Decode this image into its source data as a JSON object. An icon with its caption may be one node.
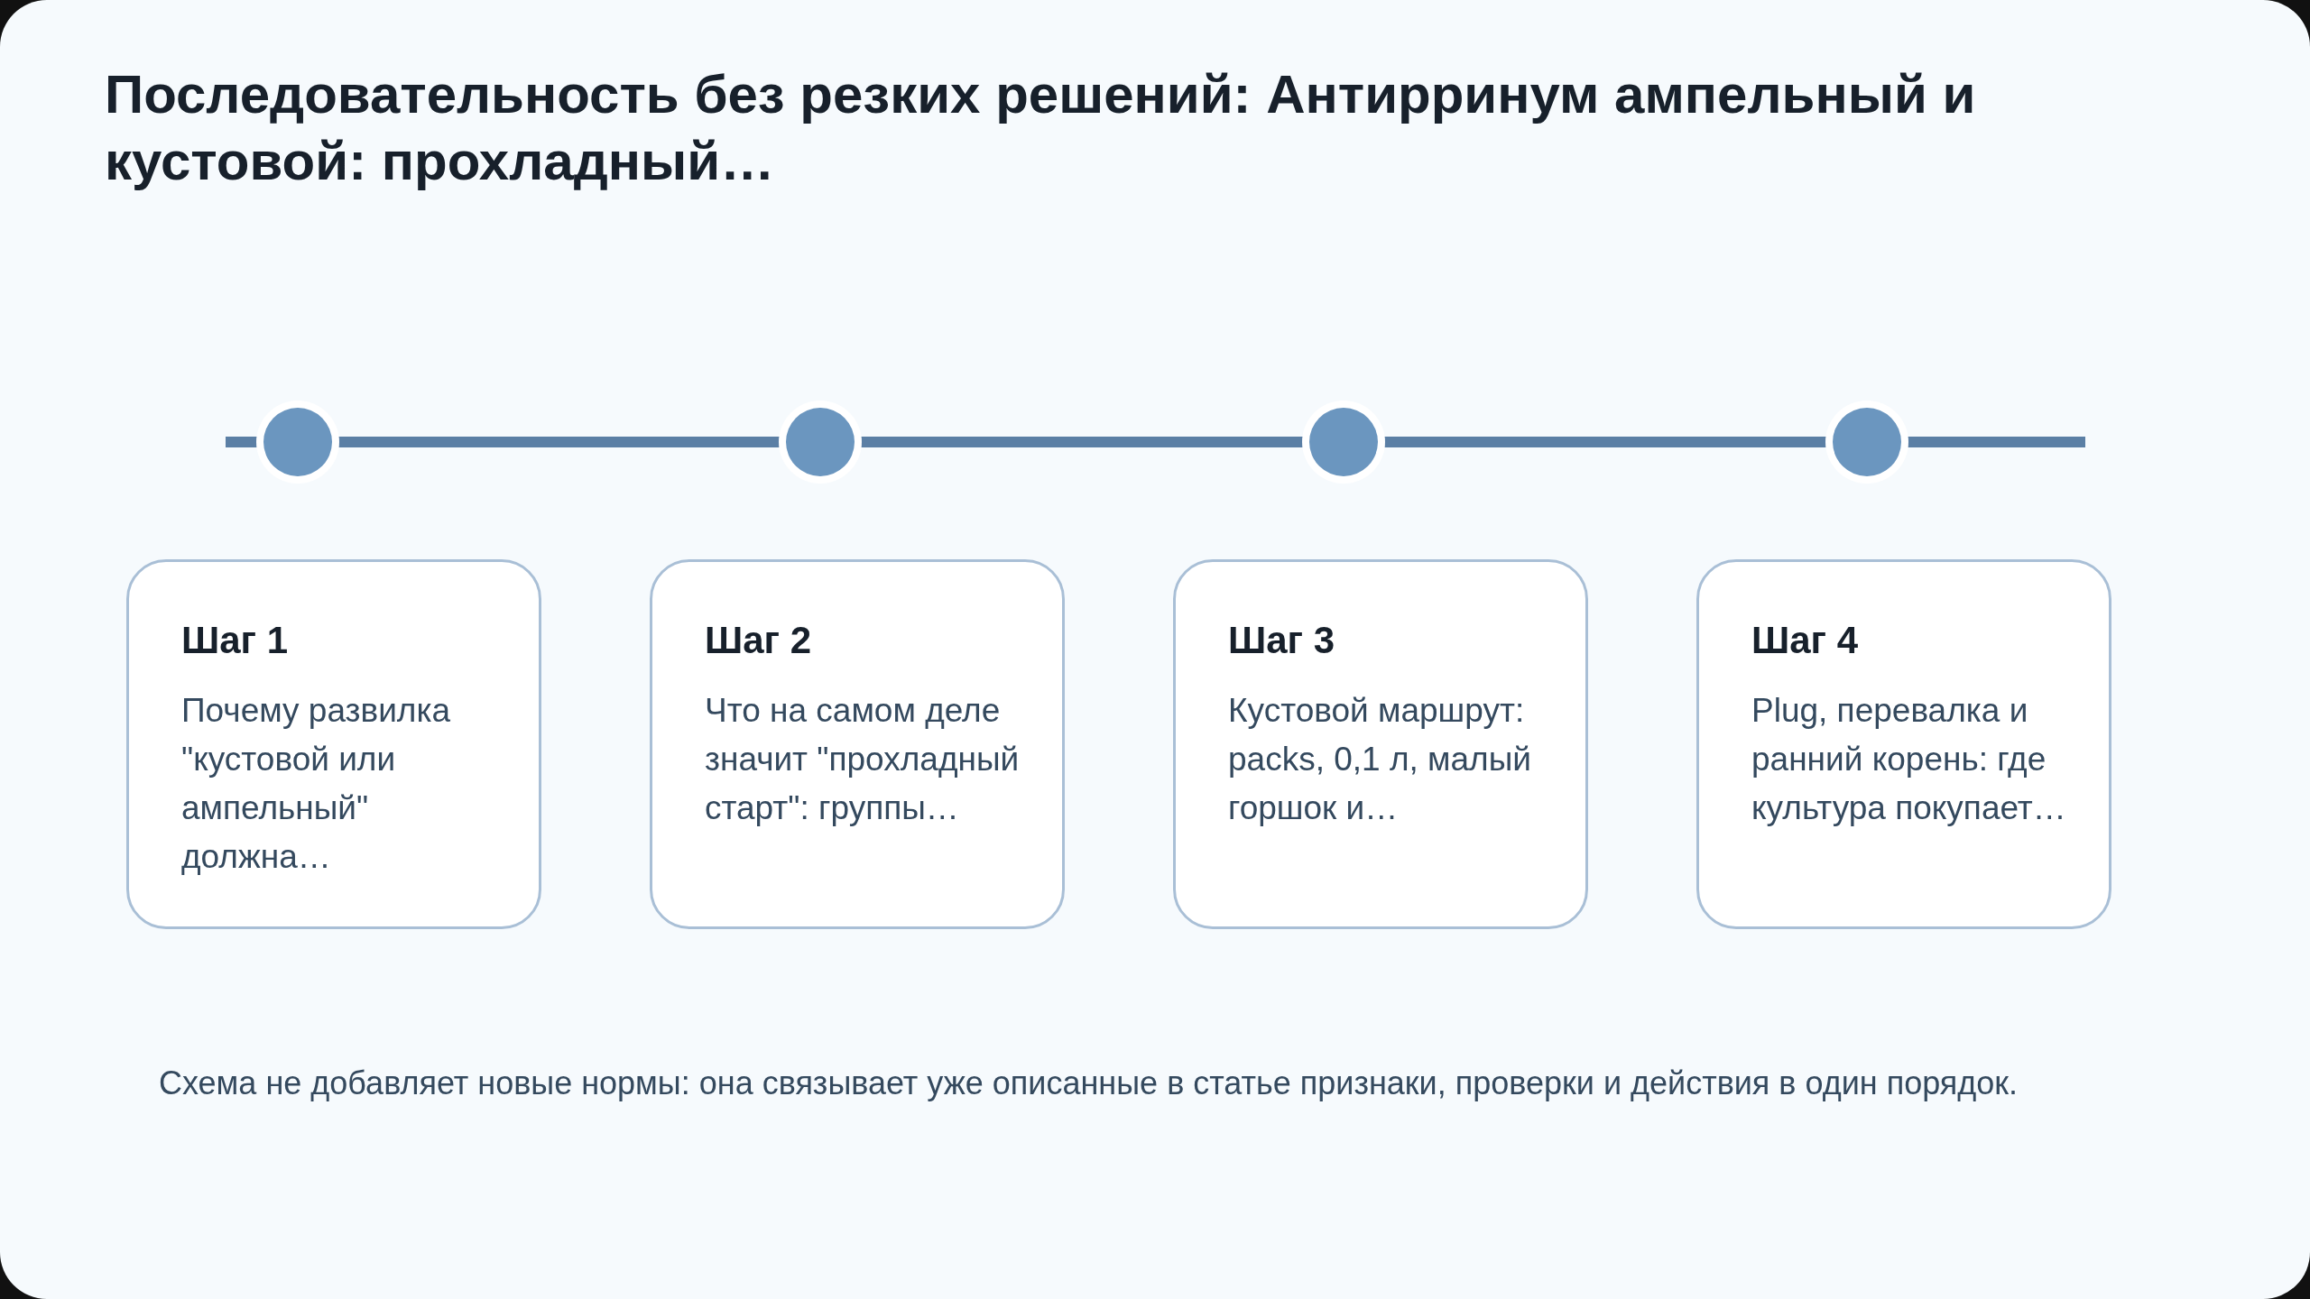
{
  "diagram": {
    "title": "Последовательность без резких решений: Антирринум ампельный и кустовой: прохладный…",
    "nodes": [
      {
        "text": [
          "Шаг 1",
          "Почему развилка \"кустовой или ампельный\" должна…"
        ]
      },
      {
        "text": [
          "Шаг 2",
          "Что на самом деле значит \"прохладный старт\": группы…"
        ]
      },
      {
        "text": [
          "Шаг 3",
          "Кустовой маршрут: packs, 0,1 л, малый горшок и…"
        ]
      },
      {
        "text": [
          "Шаг 4",
          "Plug, перевалка и ранний корень: где культура покупает…"
        ]
      }
    ],
    "caption": "Схема не добавляет новые нормы: она связывает уже описанные в статье признаки, проверки и действия в один порядок."
  }
}
